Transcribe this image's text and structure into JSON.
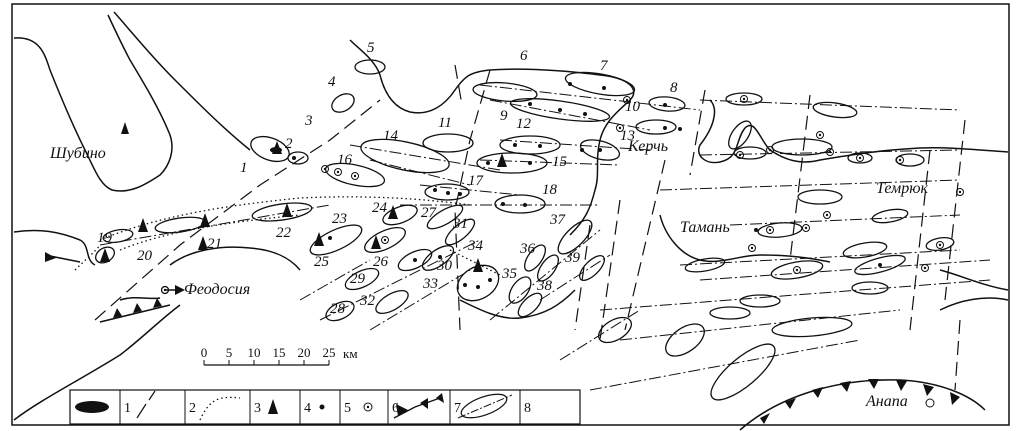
{
  "cities": {
    "shubino": "Шубино",
    "feodosia": "Феодосия",
    "kerch": "Керчь",
    "temryuk": "Темрюк",
    "taman": "Тамань",
    "anapa": "Анапа"
  },
  "fold_numbers": [
    "1",
    "2",
    "3",
    "4",
    "5",
    "6",
    "7",
    "8",
    "9",
    "10",
    "11",
    "12",
    "13",
    "14",
    "15",
    "16",
    "17",
    "18",
    "19",
    "20",
    "21",
    "22",
    "23",
    "24",
    "25",
    "26",
    "27",
    "28",
    "29",
    "30",
    "31",
    "32",
    "33",
    "34",
    "35",
    "36",
    "37",
    "38",
    "39"
  ],
  "scale": {
    "ticks": [
      "0",
      "5",
      "10",
      "15",
      "20",
      "25"
    ],
    "unit": "км"
  },
  "legend": {
    "items": [
      "1",
      "2",
      "3",
      "4",
      "5",
      "6",
      "7",
      "8"
    ]
  },
  "colors": {
    "ink": "#111111",
    "paper": "#ffffff"
  }
}
